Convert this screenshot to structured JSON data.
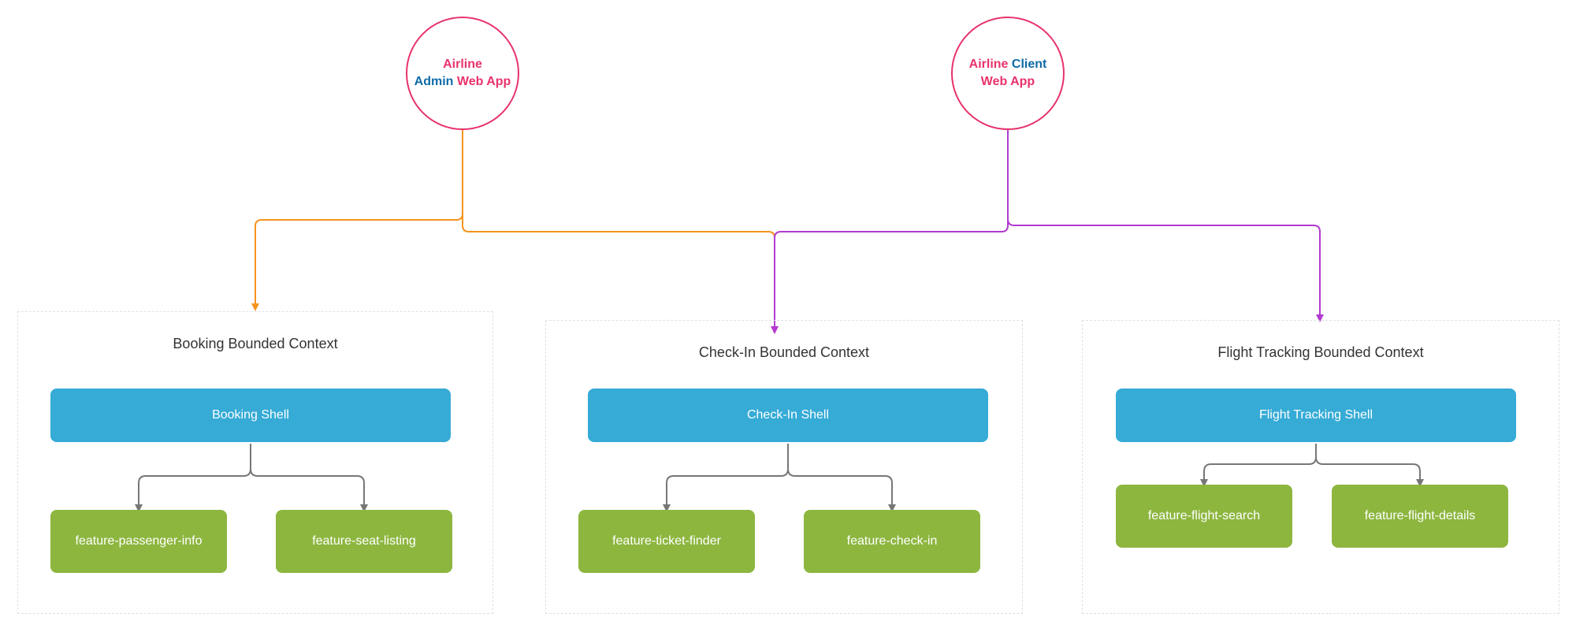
{
  "apps": [
    {
      "parts": [
        {
          "text": "Airline",
          "color": "pink"
        },
        {
          "text": "Admin",
          "color": "blue"
        },
        {
          "text": "Web App",
          "color": "pink"
        }
      ]
    },
    {
      "parts": [
        {
          "text": "Airline",
          "color": "pink"
        },
        {
          "text": "Client",
          "color": "blue"
        },
        {
          "text": "Web App",
          "color": "pink"
        }
      ]
    }
  ],
  "contexts": [
    {
      "title": "Booking Bounded Context",
      "shell": "Booking Shell",
      "features": [
        "feature-passenger-info",
        "feature-seat-listing"
      ]
    },
    {
      "title": "Check-In Bounded Context",
      "shell": "Check-In Shell",
      "features": [
        "feature-ticket-finder",
        "feature-check-in"
      ]
    },
    {
      "title": "Flight Tracking Bounded Context",
      "shell": "Flight Tracking Shell",
      "features": [
        "feature-flight-search",
        "feature-flight-details"
      ]
    }
  ],
  "colors": {
    "admin_edge": "#f7941d",
    "client_edge": "#b23bd1",
    "inner_edge": "#777777",
    "app_border": "#e8336b",
    "shell_fill": "#35abd6",
    "feature_fill": "#8db63f"
  }
}
